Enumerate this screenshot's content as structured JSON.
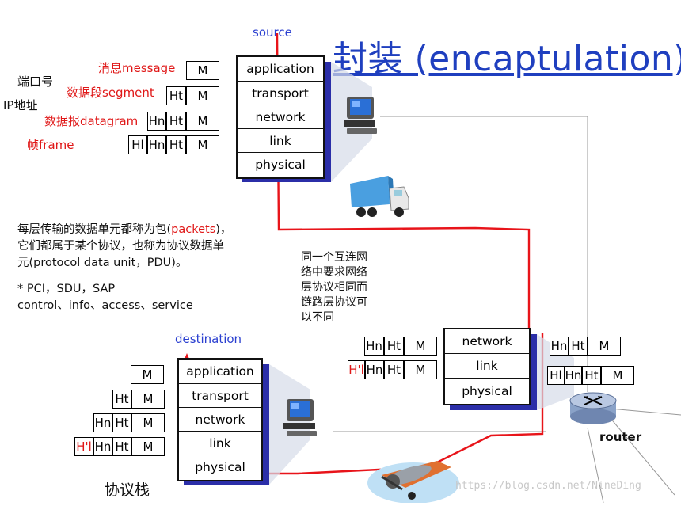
{
  "title": "封装 (encaptulation)",
  "source_label": "source",
  "destination_label": "destination",
  "router_label": "router",
  "protocol_stack_label": "协议栈",
  "layers": [
    "application",
    "transport",
    "network",
    "link",
    "physical"
  ],
  "router_layers": [
    "network",
    "link",
    "physical"
  ],
  "left_side_labels": {
    "port": "端口号",
    "ip": "IP地址"
  },
  "pdu_labels": {
    "message": "消息message",
    "segment": "数据段segment",
    "datagram": "数据报datagram",
    "frame": "帧frame"
  },
  "headers": {
    "M": "M",
    "Ht": "Ht",
    "Hn": "Hn",
    "Hl": "Hl",
    "Hl_prime": "H'l"
  },
  "paragraph": {
    "line1a": "每层传输的数据单元都称为包(",
    "line1b": "packets",
    "line1c": ")，",
    "line2": "它们都属于某个协议，也称为协议数据单",
    "line3": "元(protocol data unit，PDU)。",
    "line4": "* PCI，SDU，SAP",
    "line5": "control、info、access、service"
  },
  "note": {
    "line1": "同一个互连网",
    "line2": "络中要求网络",
    "line3": "层协议相同而",
    "line4": "链路层协议可",
    "line5": "以不同"
  },
  "watermark": "https://blog.csdn.net/NineDing",
  "colors": {
    "title": "#1f3fbf",
    "red": "#e01818",
    "stack_shadow": "#2b2ea8",
    "path": "#e8141a"
  },
  "icons": [
    "computer-icon",
    "truck-icon",
    "airplane-icon",
    "router-icon"
  ]
}
